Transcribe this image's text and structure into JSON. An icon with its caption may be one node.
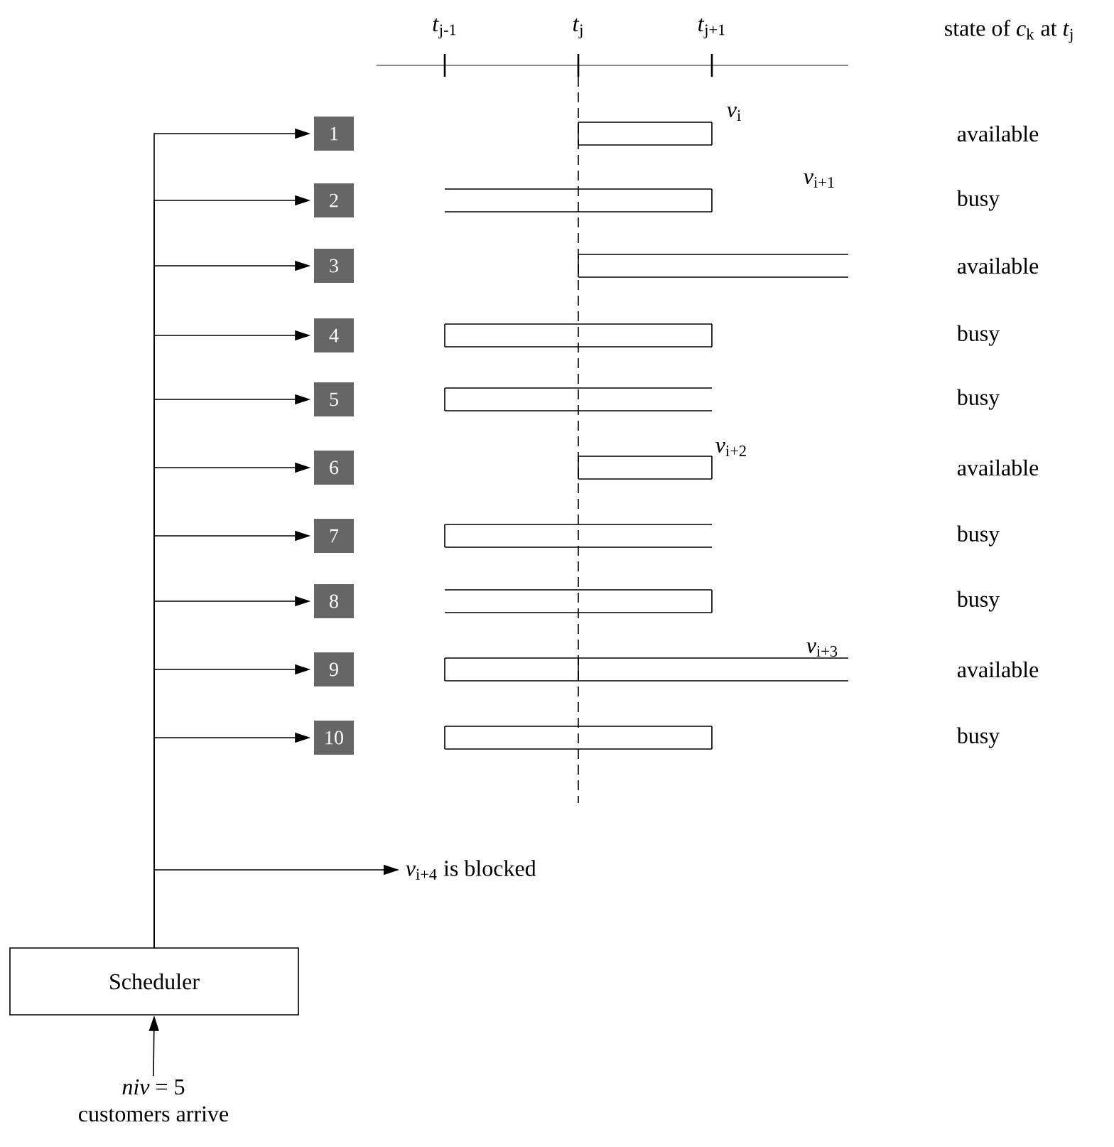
{
  "diagram": {
    "nodes": [
      {
        "text": [
          "Scheduler"
        ]
      },
      {
        "text": [
          "1"
        ]
      },
      {
        "text": [
          "2"
        ]
      },
      {
        "text": [
          "3"
        ]
      },
      {
        "text": [
          "4"
        ]
      },
      {
        "text": [
          "5"
        ]
      },
      {
        "text": [
          "6"
        ]
      },
      {
        "text": [
          "7"
        ]
      },
      {
        "text": [
          "8"
        ]
      },
      {
        "text": [
          "9"
        ]
      },
      {
        "text": [
          "10"
        ]
      },
      {
        "text": [
          "*v*$_{i+4}$ is blocked"
        ]
      },
      {
        "text": [
          "*niv* = 5",
          "customers arrive"
        ]
      }
    ],
    "edges": [
      {
        "from": 0,
        "to": 1,
        "arrow": "to"
      },
      {
        "from": 0,
        "to": 2,
        "arrow": "to"
      },
      {
        "from": 0,
        "to": 3,
        "arrow": "to"
      },
      {
        "from": 0,
        "to": 4,
        "arrow": "to"
      },
      {
        "from": 0,
        "to": 5,
        "arrow": "to"
      },
      {
        "from": 0,
        "to": 6,
        "arrow": "to"
      },
      {
        "from": 0,
        "to": 7,
        "arrow": "to"
      },
      {
        "from": 0,
        "to": 8,
        "arrow": "to"
      },
      {
        "from": 0,
        "to": 9,
        "arrow": "to"
      },
      {
        "from": 0,
        "to": 10,
        "arrow": "to"
      },
      {
        "from": 0,
        "to": 11,
        "arrow": "to"
      },
      {
        "from": 12,
        "to": 0,
        "arrow": "to"
      }
    ],
    "labels": [
      "*t*$_{j-1}$",
      "*t*$_{j}$",
      "*t*$_{j+1}$",
      "state of *c*$_{k}$ at *t*$_{j}$",
      "*v*$_{i}$",
      "available",
      "busy",
      "*v*$_{i+1}$",
      "available",
      "busy",
      "busy",
      "*v*$_{i+2}$",
      "available",
      "busy",
      "busy",
      "*v*$_{i+3}$",
      "available",
      "busy"
    ]
  }
}
